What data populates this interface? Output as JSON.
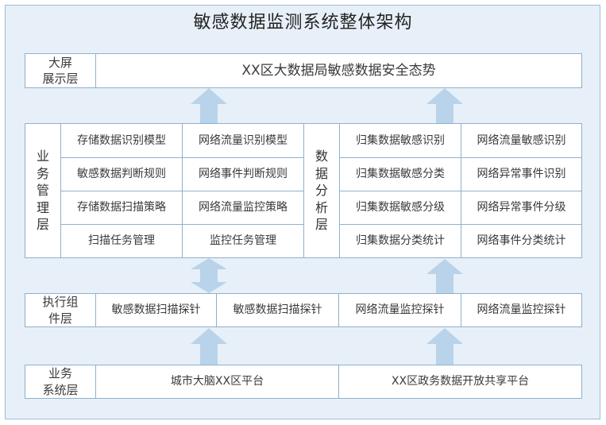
{
  "title": "敏感数据监测系统整体架构",
  "display_layer": {
    "label": "大屏\n展示层",
    "content": "XX区大数据局敏感数据安全态势"
  },
  "business_management": {
    "label_chars": [
      "业",
      "务",
      "管",
      "理",
      "层"
    ],
    "cells": [
      [
        "存储数据识别模型",
        "网络流量识别模型"
      ],
      [
        "敏感数据判断规则",
        "网络事件判断规则"
      ],
      [
        "存储数据扫描策略",
        "网络流量监控策略"
      ],
      [
        "扫描任务管理",
        "监控任务管理"
      ]
    ]
  },
  "data_analysis": {
    "label_chars": [
      "数",
      "据",
      "分",
      "析",
      "层"
    ],
    "cells": [
      [
        "归集数据敏感识别",
        "网络流量敏感识别"
      ],
      [
        "归集数据敏感分类",
        "网络异常事件识别"
      ],
      [
        "归集数据敏感分级",
        "网络异常事件分级"
      ],
      [
        "归集数据分类统计",
        "网络事件分类统计"
      ]
    ]
  },
  "execution_layer": {
    "label": "执行组\n件层",
    "cells": [
      "敏感数据扫描探针",
      "敏感数据扫描探针",
      "网络流量监控探针",
      "网络流量监控探针"
    ]
  },
  "business_system_layer": {
    "label": "业务\n系统层",
    "cells": [
      "城市大脑XX区平台",
      "XX区政务数据开放共享平台"
    ]
  },
  "colors": {
    "background_panel": "#e7f0f8",
    "border": "#8fb0cc",
    "arrow": "#b9d3ea"
  }
}
